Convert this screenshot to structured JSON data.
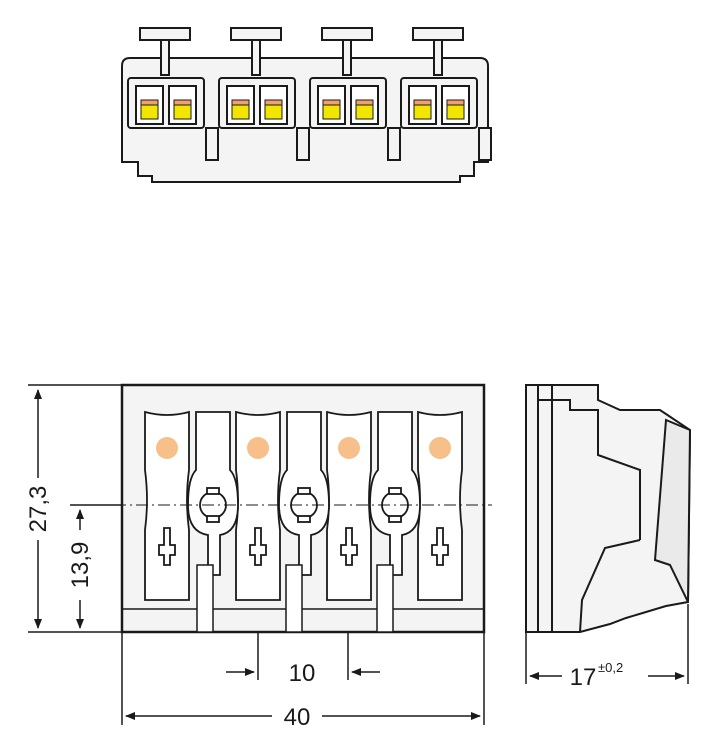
{
  "diagram": {
    "pole_count": 4,
    "dimensions": {
      "height_total": "27,3",
      "height_axis": "13,9",
      "pitch": "10",
      "width_total": "40",
      "depth": "17",
      "depth_tolerance": "±0,2"
    },
    "colors": {
      "housing_fill": "#f4f4f4",
      "outline": "#1a1a1a",
      "contact_dot": "#f7c08a",
      "clamp_yellow": "#f2e600",
      "clamp_orange": "#f3a070"
    }
  }
}
